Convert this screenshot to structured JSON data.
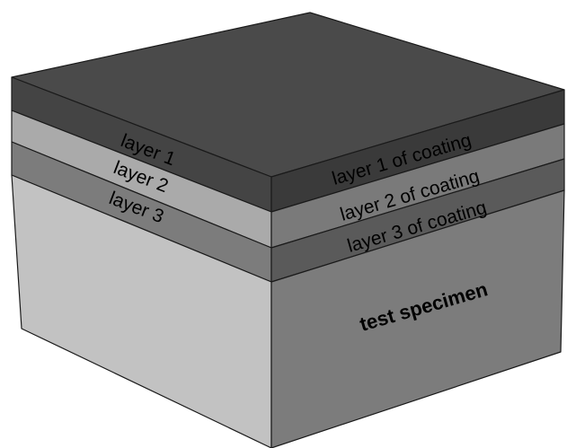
{
  "diagram": {
    "labels": {
      "left_layer1": "layer 1",
      "left_layer2": "layer 2",
      "left_layer3": "layer 3",
      "front_layer1": "layer 1 of coating",
      "front_layer2": "layer 2 of coating",
      "front_layer3": "layer 3 of coating",
      "specimen": "test specimen"
    },
    "colors": {
      "top_face": "#4a4a4a",
      "layer1_left": "#444444",
      "layer1_front": "#3a3a3a",
      "layer2_left": "#aaaaaa",
      "layer2_front": "#7a7a7a",
      "layer3_left": "#7c7c7c",
      "layer3_front": "#5a5a5a",
      "specimen_left": "#c2c2c2",
      "specimen_front": "#7c7c7c"
    }
  }
}
